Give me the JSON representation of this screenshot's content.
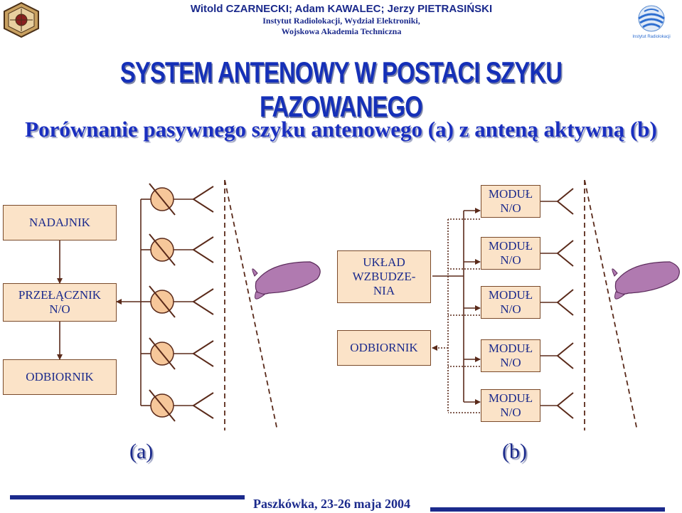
{
  "header": {
    "authors": "Witold CZARNECKI; Adam KAWALEC; Jerzy PIETRASIŃSKI",
    "institute": "Instytut Radiolokacji, Wydział Elektroniki,",
    "academy": "Wojskowa Akademia Techniczna",
    "right_logo_text": "Instytut Radiolokacji"
  },
  "title": "SYSTEM ANTENOWY W POSTACI SZYKU FAZOWANEGO",
  "subtitle": "Porównanie pasywnego szyku antenowego (a) z anteną aktywną (b)",
  "diagram_a": {
    "label": "(a)",
    "transmitter": "NADAJNIK",
    "switch": "PRZEŁĄCZNIK\nN/O",
    "receiver": "ODBIORNIK"
  },
  "diagram_b": {
    "label": "(b)",
    "exciter": "UKŁAD\nWZBUDZE-\nNIA",
    "receiver": "ODBIORNIK",
    "modules": [
      "MODUŁ\nN/O",
      "MODUŁ\nN/O",
      "MODUŁ\nN/O",
      "MODUŁ\nN/O",
      "MODUŁ\nN/O"
    ]
  },
  "footer": "Paszkówka, 23-26 maja 2004",
  "colors": {
    "text_blue": "#1b2a8c",
    "title_blue": "#1530b8",
    "box_fill": "#fbe3c8",
    "phase_shifter_fill": "#f6c79a",
    "beam_fill": "#b07ab0"
  }
}
